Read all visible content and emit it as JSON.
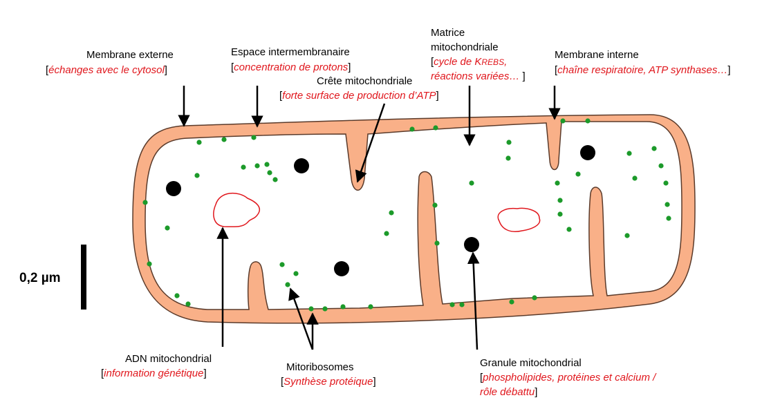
{
  "colors": {
    "membrane": "#f9b088",
    "outline": "#5a3a2a",
    "ribosome": "#1c9a2a",
    "dna": "#e0161c",
    "granule": "#000000",
    "annotation": "#e0161c"
  },
  "labels": {
    "membrane_externe": {
      "title": "Membrane externe",
      "role": "échanges avec le cytosol"
    },
    "espace": {
      "title": "Espace intermembranaire",
      "role": "concentration de protons"
    },
    "crete": {
      "title": "Crête mitochondriale",
      "role": "forte surface de production d’ATP"
    },
    "matrice": {
      "title_1": "Matrice",
      "title_2": "mitochondriale",
      "role_1a": "cycle de ",
      "role_1b": "K",
      "role_1c": "REBS",
      "role_1d": ",",
      "role_2": "réactions variées…"
    },
    "membrane_interne": {
      "title": "Membrane interne",
      "role": "chaîne respiratoire, ATP synthases…"
    },
    "adn": {
      "title": "ADN mitochondrial",
      "role": "information génétique"
    },
    "ribosomes": {
      "title": "Mitoribosomes",
      "role": "Synthèse protéique"
    },
    "granule": {
      "title": "Granule mitochondrial",
      "role_1": "phospholipides, protéines et calcium /",
      "role_2": "rôle débattu"
    }
  },
  "scale_bar": {
    "label": "0,2 µm"
  }
}
